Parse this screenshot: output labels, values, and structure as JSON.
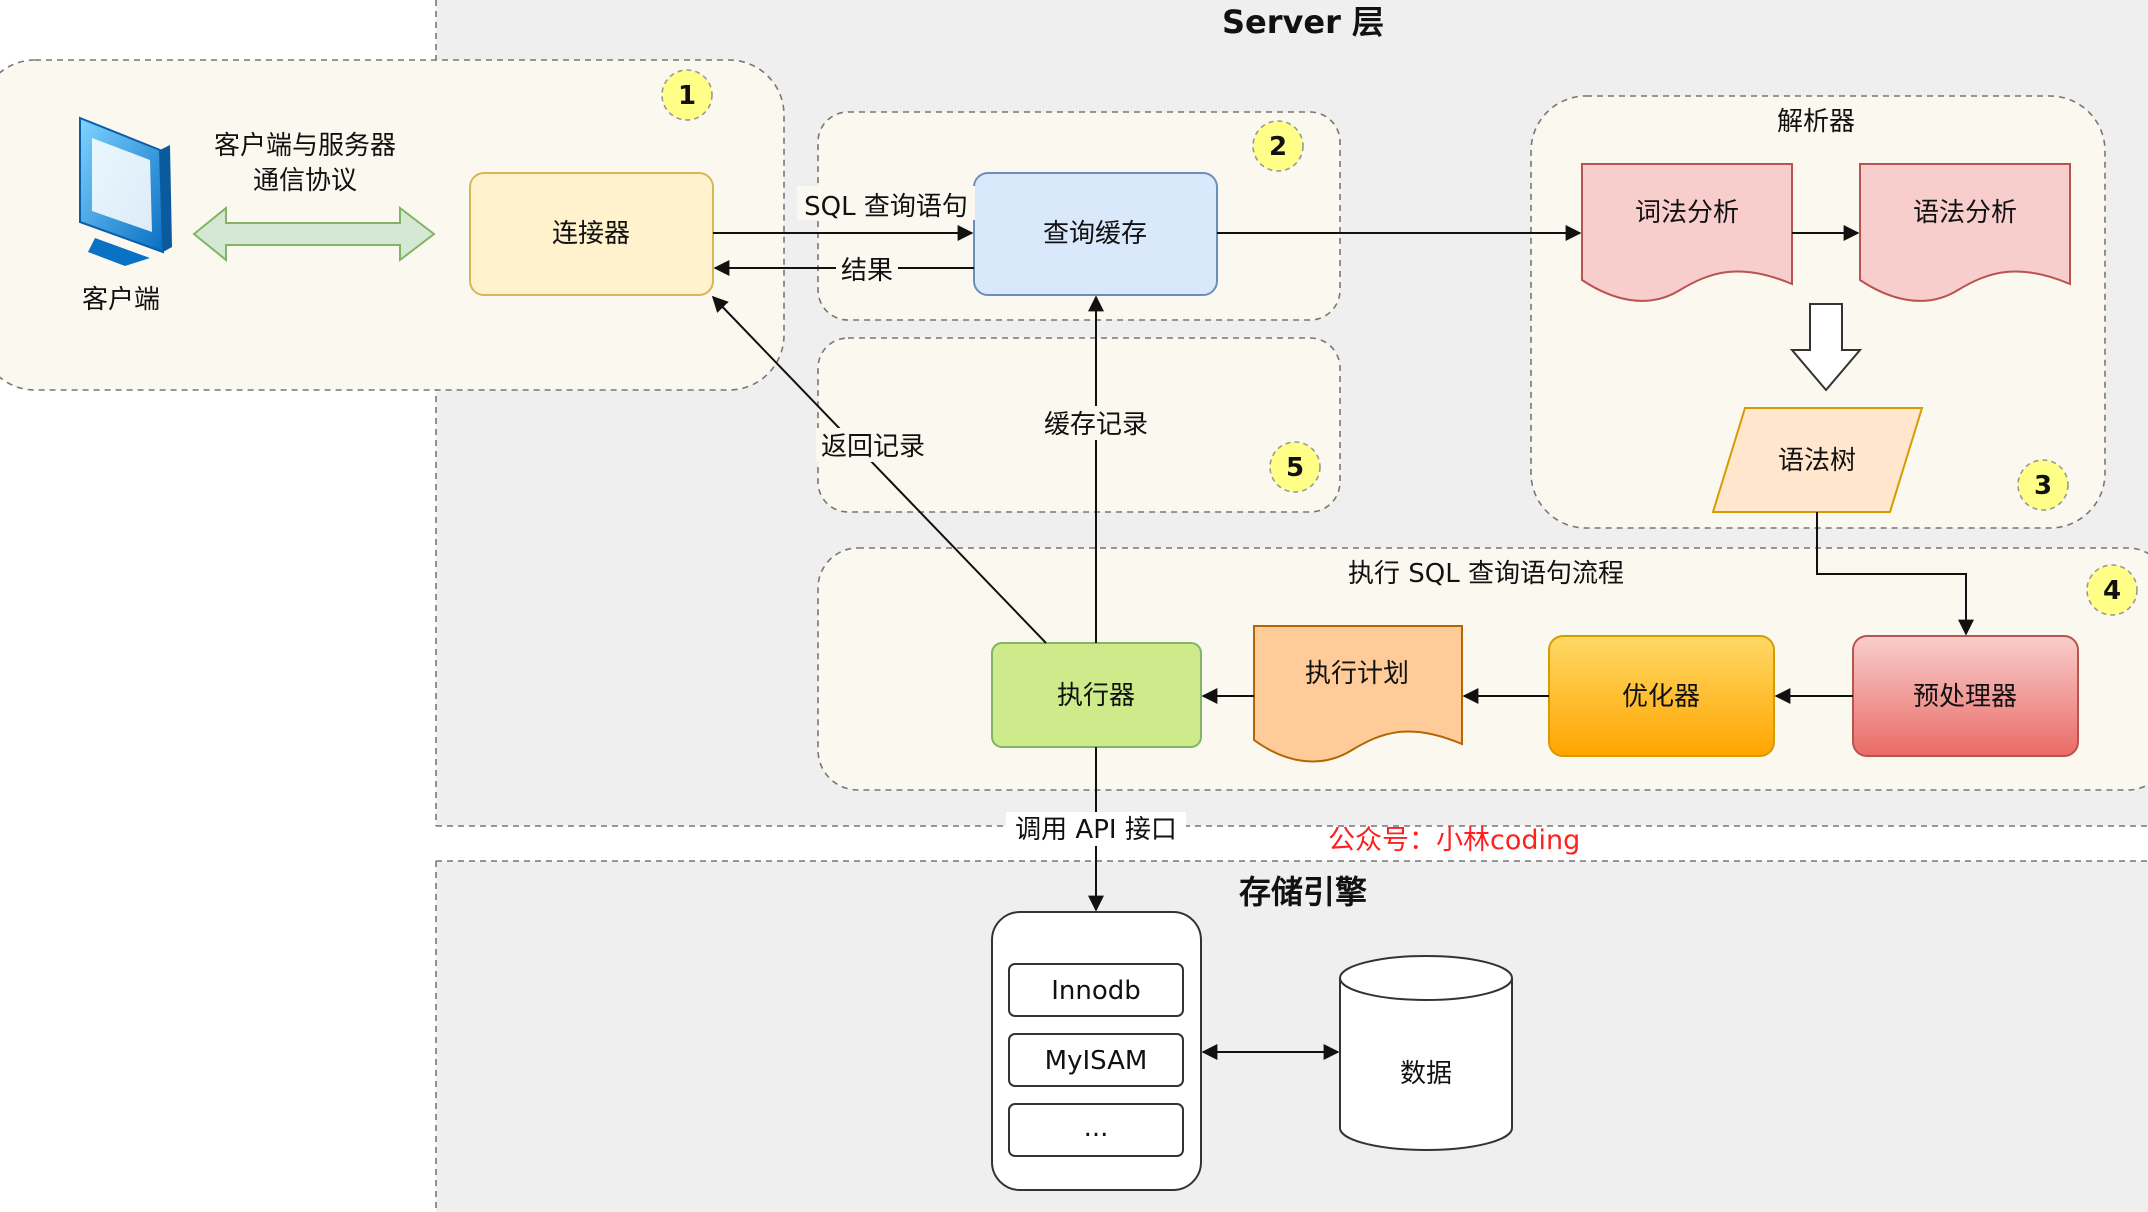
{
  "server_layer": {
    "title": "Server 层"
  },
  "storage_layer": {
    "title": "存储引擎",
    "engines": [
      "Innodb",
      "MyISAM",
      "..."
    ],
    "data_label": "数据"
  },
  "client": {
    "label": "客户端",
    "protocol_label_line1": "客户端与服务器",
    "protocol_label_line2": "通信协议",
    "step": "1"
  },
  "connector": {
    "label": "连接器"
  },
  "query_cache": {
    "label": "查询缓存",
    "step": "2"
  },
  "parser": {
    "title": "解析器",
    "lexical": "词法分析",
    "syntax": "语法分析",
    "tree": "语法树",
    "step": "3"
  },
  "exec_flow": {
    "title": "执行 SQL 查询语句流程",
    "preprocessor": "预处理器",
    "optimizer": "优化器",
    "plan": "执行计划",
    "executor": "执行器",
    "step": "4"
  },
  "cache_group": {
    "step": "5"
  },
  "edge_labels": {
    "sql_query": "SQL 查询语句",
    "result": "结果",
    "return_records": "返回记录",
    "cache_records": "缓存记录",
    "call_api": "调用 API 接口"
  },
  "watermark": "公众号：小林coding",
  "colors": {
    "connector_fill": "#fff2cc",
    "cache_fill": "#dae8fc",
    "parser_fill": "#f8cecc",
    "tree_fill": "#ffe6cc",
    "preprocessor_fill": "#ea6b66",
    "optimizer_fill": "#ffcd28",
    "plan_fill": "#ffcc99",
    "executor_fill": "#cdeb8b",
    "badge_fill": "#ffff88",
    "server_bg": "#efefef",
    "group_bg": "#fbf9ef",
    "watermark": "#ff2020"
  }
}
